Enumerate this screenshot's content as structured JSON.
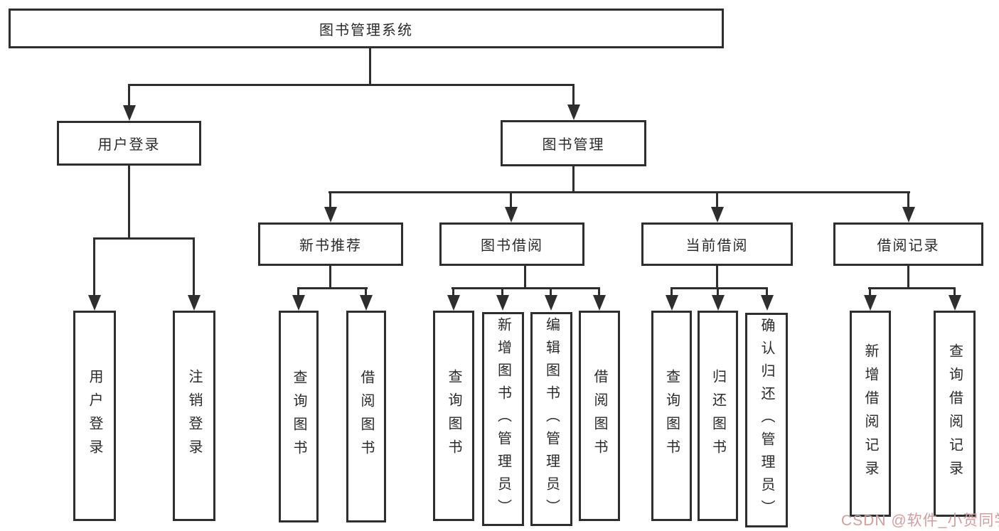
{
  "tree": {
    "root": {
      "label": "图书管理系统"
    },
    "branches": [
      {
        "label": "用户登录",
        "children": [
          {
            "label": "用户登录"
          },
          {
            "label": "注销登录"
          }
        ]
      },
      {
        "label": "图书管理",
        "children": [
          {
            "label": "新书推荐",
            "children": [
              {
                "label": "查询图书"
              },
              {
                "label": "借阅图书"
              }
            ]
          },
          {
            "label": "图书借阅",
            "children": [
              {
                "label": "查询图书"
              },
              {
                "label": "新增图书（管理员）"
              },
              {
                "label": "编辑图书（管理员）"
              },
              {
                "label": "借阅图书"
              }
            ]
          },
          {
            "label": "当前借阅",
            "children": [
              {
                "label": "查询图书"
              },
              {
                "label": "归还图书"
              },
              {
                "label": "确认归还（管理员）"
              }
            ]
          },
          {
            "label": "借阅记录",
            "children": [
              {
                "label": "新增借阅记录"
              },
              {
                "label": "查询借阅记录"
              }
            ]
          }
        ]
      }
    ]
  },
  "watermark": {
    "text": "CSDN @软件_小贺同学",
    "color": "#d29d9d"
  },
  "colors": {
    "line": "#2e2e2e",
    "text": "#2a2a2a",
    "background": "#ffffff"
  }
}
